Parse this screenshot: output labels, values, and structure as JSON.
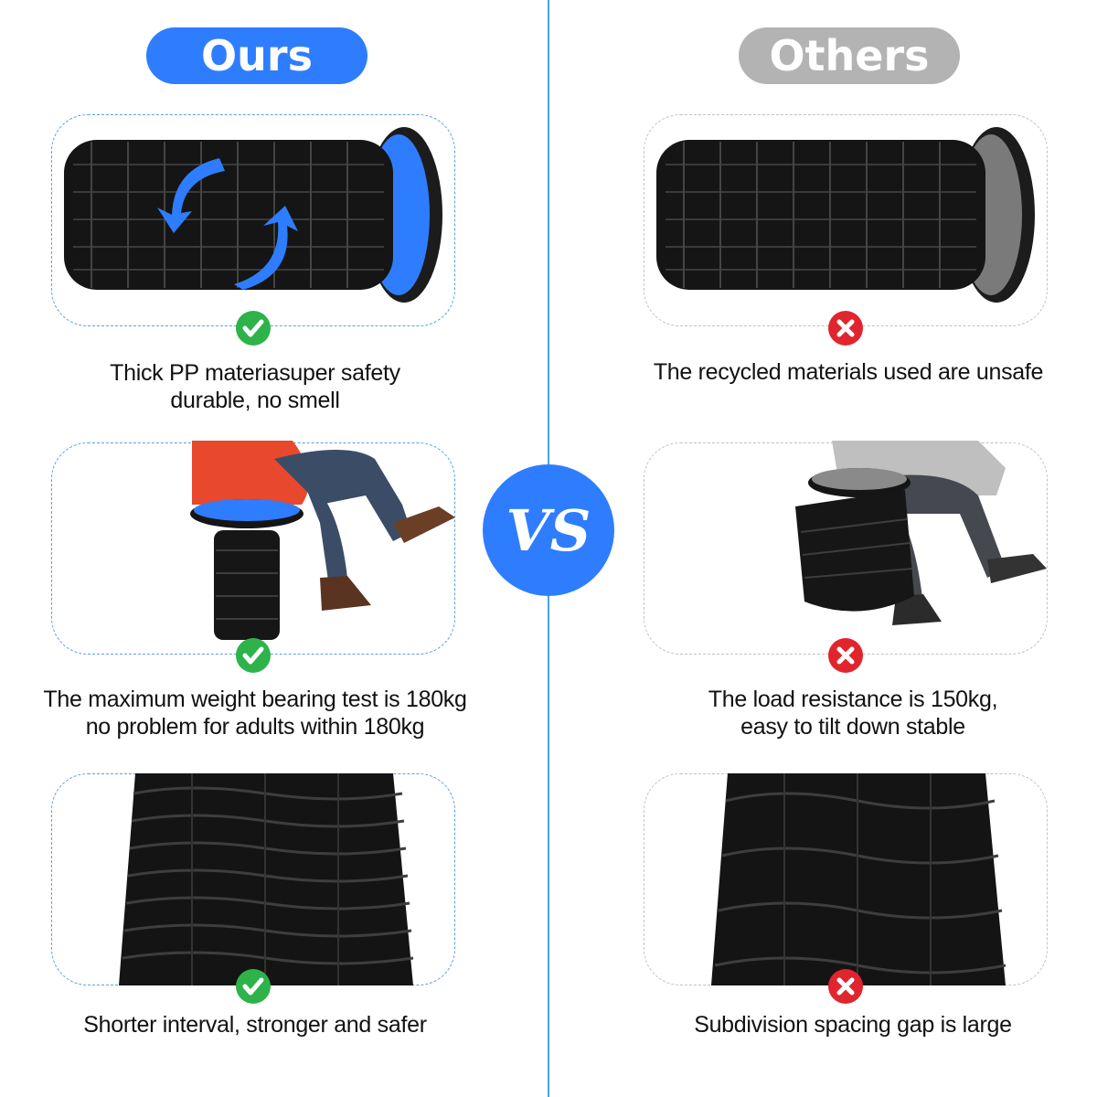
{
  "header": {
    "ours_label": "Ours",
    "others_label": "Others",
    "vs_label": "VS"
  },
  "colors": {
    "accent_blue": "#2f7dff",
    "neutral_gray": "#b3b3b3",
    "check_green": "#2db34a",
    "cross_red": "#e0252f"
  },
  "comparisons": [
    {
      "ours": {
        "badge": "check-icon",
        "lines": [
          "Thick PP materiasuper safety",
          "durable, no smell"
        ]
      },
      "others": {
        "badge": "cross-icon",
        "lines": [
          "The recycled materials used are unsafe"
        ]
      }
    },
    {
      "ours": {
        "badge": "check-icon",
        "lines": [
          "The maximum weight bearing test is 180kg",
          "no problem for adults within 180kg"
        ]
      },
      "others": {
        "badge": "cross-icon",
        "lines": [
          "The load resistance is 150kg,",
          "easy to tilt down stable"
        ]
      }
    },
    {
      "ours": {
        "badge": "check-icon",
        "lines": [
          "Shorter interval, stronger and safer"
        ]
      },
      "others": {
        "badge": "cross-icon",
        "lines": [
          "Subdivision spacing gap is large"
        ]
      }
    }
  ]
}
